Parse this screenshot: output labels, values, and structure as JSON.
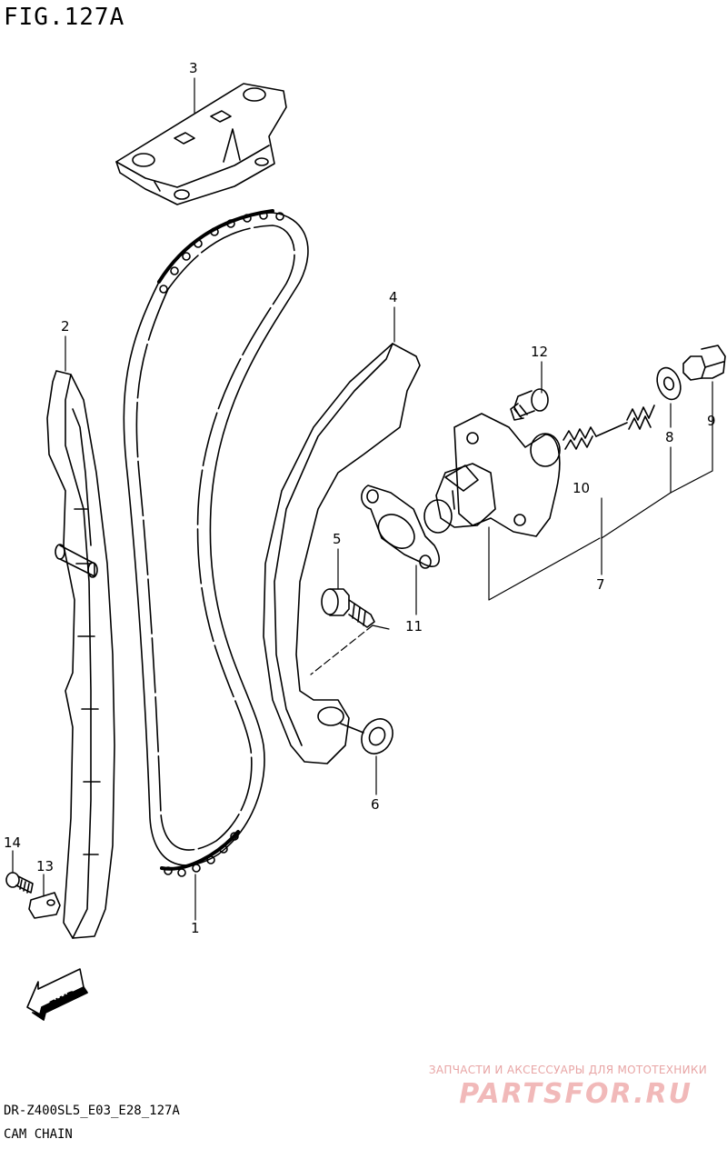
{
  "figure": {
    "title": "FIG.127A",
    "code": "DR-Z400SL5_E03_E28_127A",
    "name": "CAM CHAIN"
  },
  "callouts": [
    "1",
    "2",
    "3",
    "4",
    "5",
    "6",
    "7",
    "8",
    "9",
    "10",
    "11",
    "12",
    "13",
    "14"
  ],
  "direction_badge": "FWD",
  "watermark": {
    "tagline": "ЗАПЧАСТИ И АКСЕССУАРЫ ДЛЯ МОТОТЕХНИКИ",
    "brand": "PARTSFOR.RU"
  },
  "colors": {
    "line": "#000000",
    "watermark": "#e99a9a"
  }
}
